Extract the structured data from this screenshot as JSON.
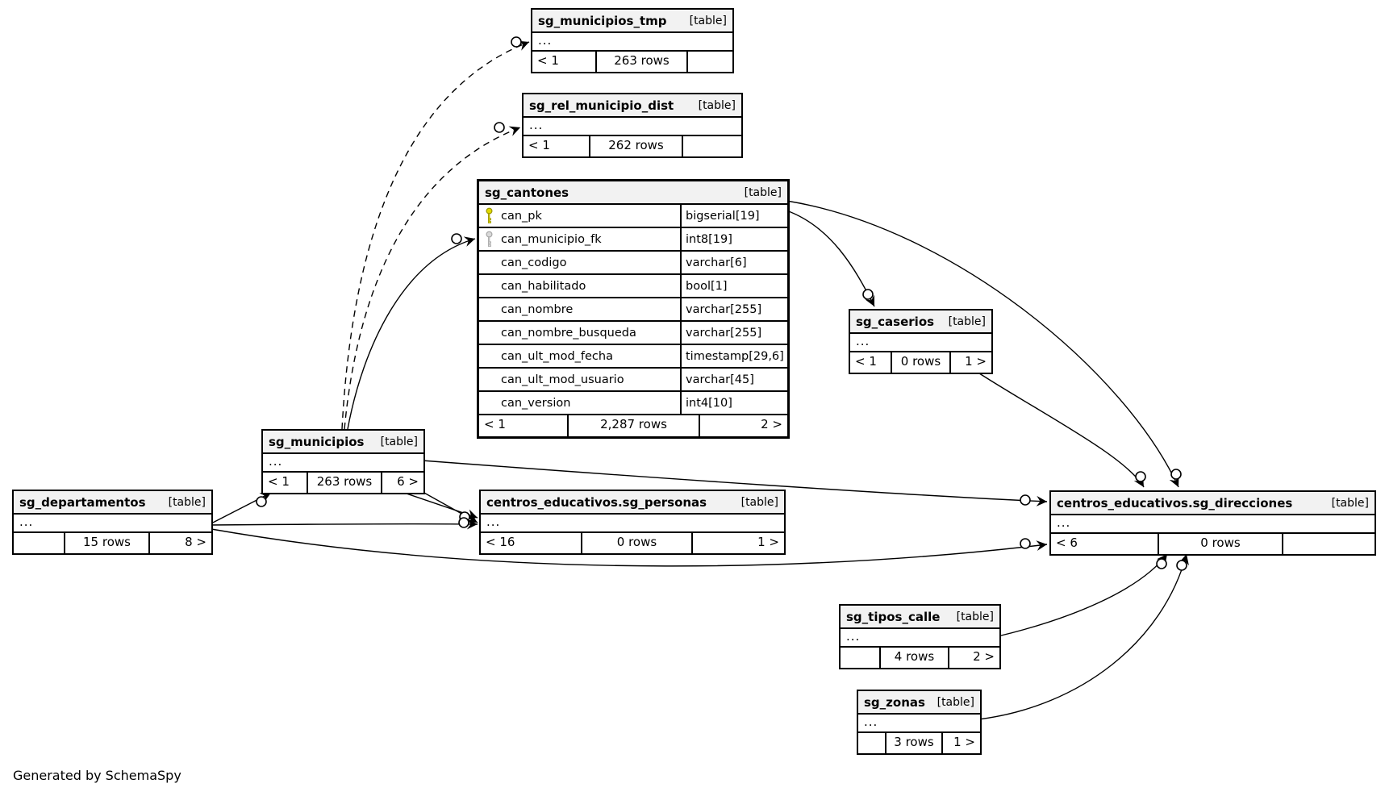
{
  "diagram": {
    "generated_by": "Generated by SchemaSpy"
  },
  "colors": {
    "header_bg": "#f2f2f2",
    "border": "#000000",
    "primary_key_icon": "#e1d900",
    "foreign_key_icon": "#c9c9c9",
    "background": "#ffffff"
  },
  "icons": {
    "primary_key": "primary-key-icon",
    "foreign_key": "foreign-key-icon"
  },
  "tables": [
    {
      "name": "sg_municipios_tmp",
      "tag": "[table]",
      "dots": "...",
      "footer": [
        "< 1",
        "263 rows",
        ""
      ]
    },
    {
      "name": "sg_rel_municipio_dist",
      "tag": "[table]",
      "dots": "...",
      "footer": [
        "< 1",
        "262 rows",
        ""
      ]
    },
    {
      "name": "sg_cantones",
      "tag": "[table]",
      "columns": [
        {
          "name": "can_pk",
          "type": "bigserial[19]",
          "key": "primary"
        },
        {
          "name": "can_municipio_fk",
          "type": "int8[19]",
          "key": "foreign"
        },
        {
          "name": "can_codigo",
          "type": "varchar[6]",
          "key": ""
        },
        {
          "name": "can_habilitado",
          "type": "bool[1]",
          "key": ""
        },
        {
          "name": "can_nombre",
          "type": "varchar[255]",
          "key": ""
        },
        {
          "name": "can_nombre_busqueda",
          "type": "varchar[255]",
          "key": ""
        },
        {
          "name": "can_ult_mod_fecha",
          "type": "timestamp[29,6]",
          "key": ""
        },
        {
          "name": "can_ult_mod_usuario",
          "type": "varchar[45]",
          "key": ""
        },
        {
          "name": "can_version",
          "type": "int4[10]",
          "key": ""
        }
      ],
      "footer": [
        "< 1",
        "2,287 rows",
        "2 >"
      ]
    },
    {
      "name": "sg_caserios",
      "tag": "[table]",
      "dots": "...",
      "footer": [
        "< 1",
        "0 rows",
        "1 >"
      ]
    },
    {
      "name": "sg_municipios",
      "tag": "[table]",
      "dots": "...",
      "footer": [
        "< 1",
        "263 rows",
        "6 >"
      ]
    },
    {
      "name": "sg_departamentos",
      "tag": "[table]",
      "dots": "...",
      "footer": [
        "",
        "15 rows",
        "8 >"
      ]
    },
    {
      "name": "centros_educativos.sg_personas",
      "tag": "[table]",
      "dots": "...",
      "footer": [
        "< 16",
        "0 rows",
        "1 >"
      ]
    },
    {
      "name": "centros_educativos.sg_direcciones",
      "tag": "[table]",
      "dots": "...",
      "footer": [
        "< 6",
        "0 rows",
        ""
      ]
    },
    {
      "name": "sg_tipos_calle",
      "tag": "[table]",
      "dots": "...",
      "footer": [
        "",
        "4 rows",
        "2 >"
      ]
    },
    {
      "name": "sg_zonas",
      "tag": "[table]",
      "dots": "...",
      "footer": [
        "",
        "3 rows",
        "1 >"
      ]
    }
  ]
}
